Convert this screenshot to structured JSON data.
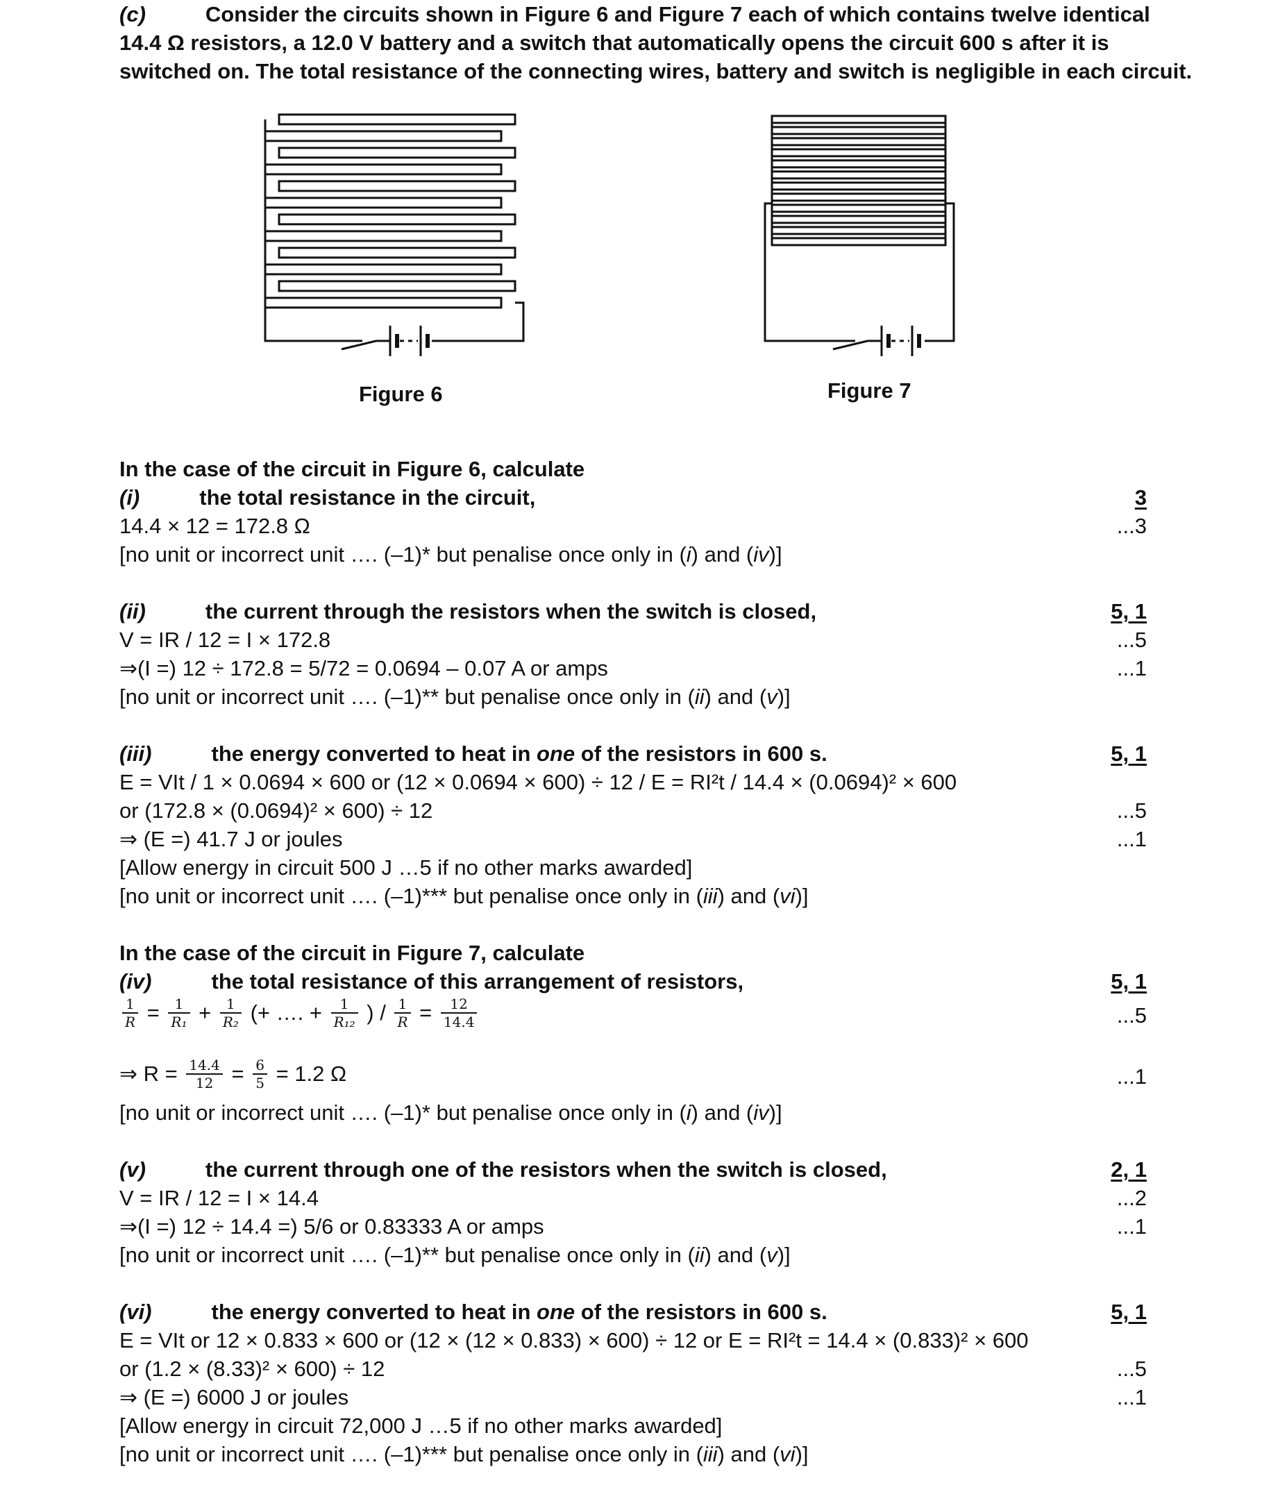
{
  "intro": {
    "label": "(c)",
    "line1": "Consider the circuits shown in Figure 6 and Figure 7 each of which contains twelve identical",
    "line2": "14.4 Ω resistors, a 12.0 V battery and a switch that automatically opens the circuit 600 s after it is",
    "line3": "switched on.  The total resistance of the connecting wires, battery and switch is negligible in each circuit."
  },
  "figures": {
    "fig6_caption": "Figure 6",
    "fig7_caption": "Figure 7",
    "resistor_count": 12,
    "line_color": "#111111"
  },
  "part_fig6": {
    "heading": "In the case of the circuit in Figure 6, calculate",
    "i": {
      "label": "(i)",
      "question": "the total resistance in the circuit,",
      "total": "3",
      "ans1": "14.4 × 12 = 172.8 Ω",
      "ans1_mark": "...3",
      "note_a": "[no unit or incorrect unit …. (–1)* but penalise once only in (",
      "note_b": "i",
      "note_c": ") and (",
      "note_d": "iv",
      "note_e": ")]"
    },
    "ii": {
      "label": "(ii)",
      "question": "the current through the resistors when the switch is closed,",
      "total": "5, 1",
      "ans1": "V = IR / 12 = I × 172.8",
      "ans2": "⇒(I =) 12 ÷ 172.8 = 5/72 = 0.0694 – 0.07 A or amps",
      "ans1_mark": "...5",
      "ans2_mark": "...1",
      "note_a": "[no unit or incorrect unit …. (–1)** but penalise once only in (",
      "note_b": "ii",
      "note_c": ") and (",
      "note_d": "v",
      "note_e": ")]"
    },
    "iii": {
      "label": "(iii)",
      "question_a": "the energy converted to heat in ",
      "question_b": "one",
      "question_c": " of the resistors in 600 s.",
      "total": "5, 1",
      "ans1": "E = VIt / 1 × 0.0694 × 600 or (12 × 0.0694 × 600) ÷ 12 / E = RI²t  / 14.4 × (0.0694)² × 600",
      "ans2": "or (172.8 × (0.0694)² × 600) ÷ 12",
      "ans2_mark": "...5",
      "ans3": "⇒ (E =) 41.7 J or joules",
      "ans3_mark": "...1",
      "allow": "[Allow energy in circuit 500 J …5 if no other marks awarded]",
      "note_a": "[no unit or incorrect unit …. (–1)*** but penalise once only in (",
      "note_b": "iii",
      "note_c": ") and (",
      "note_d": "vi",
      "note_e": ")]"
    }
  },
  "part_fig7": {
    "heading": "In the case of the circuit in Figure 7, calculate",
    "iv": {
      "label": "(iv)",
      "question": "the total resistance of this arrangement of resistors,",
      "total": "5, 1",
      "eq1": {
        "f1_num": "1",
        "f1_den": "R",
        "eq": "=",
        "f2_num": "1",
        "f2_den": "R₁",
        "plus": "+",
        "f3_num": "1",
        "f3_den": "R₂",
        "mid": "(+ …. +",
        "f4_num": "1",
        "f4_den": "R₁₂",
        "close": ") /",
        "f5_num": "1",
        "f5_den": "R",
        "eq2": "=",
        "f6_num": "12",
        "f6_den": "14.4"
      },
      "eq1_mark": "...5",
      "eq2": {
        "lead": "⇒ R =",
        "f1_num": "14.4",
        "f1_den": "12",
        "eq": "=",
        "f2_num": "6",
        "f2_den": "5",
        "tail": "= 1.2 Ω"
      },
      "eq2_mark": "...1",
      "note_a": "[no unit or incorrect unit …. (–1)* but penalise once only in (",
      "note_b": "i",
      "note_c": ") and (",
      "note_d": "iv",
      "note_e": ")]"
    },
    "v": {
      "label": "(v)",
      "question": "the current through one of the resistors when the switch is closed,",
      "total": "2, 1",
      "ans1": "V = IR / 12 = I × 14.4",
      "ans1_mark": "...2",
      "ans2": "⇒(I =) 12 ÷ 14.4 =) 5/6 or 0.83333 A or amps",
      "ans2_mark": "...1",
      "note_a": "[no unit or incorrect unit …. (–1)** but penalise once only in (",
      "note_b": "ii",
      "note_c": ") and (",
      "note_d": "v",
      "note_e": ")]"
    },
    "vi": {
      "label": "(vi)",
      "question_a": "the energy converted to heat in ",
      "question_b": "one",
      "question_c": " of the resistors in 600 s.",
      "total": "5, 1",
      "ans1": "E = VIt or 12 × 0.833 × 600 or (12 × (12 × 0.833) × 600) ÷ 12 or E = RI²t = 14.4 × (0.833)² × 600",
      "ans2": "or (1.2 × (8.33)² × 600) ÷ 12",
      "ans2_mark": "...5",
      "ans3": "⇒ (E =) 6000 J or joules",
      "ans3_mark": "...1",
      "allow": "[Allow energy in circuit 72,000 J …5 if no other marks awarded]",
      "note_a": "[no unit or incorrect unit …. (–1)*** but penalise once only in (",
      "note_b": "iii",
      "note_c": ") and (",
      "note_d": "vi",
      "note_e": ")]"
    }
  }
}
